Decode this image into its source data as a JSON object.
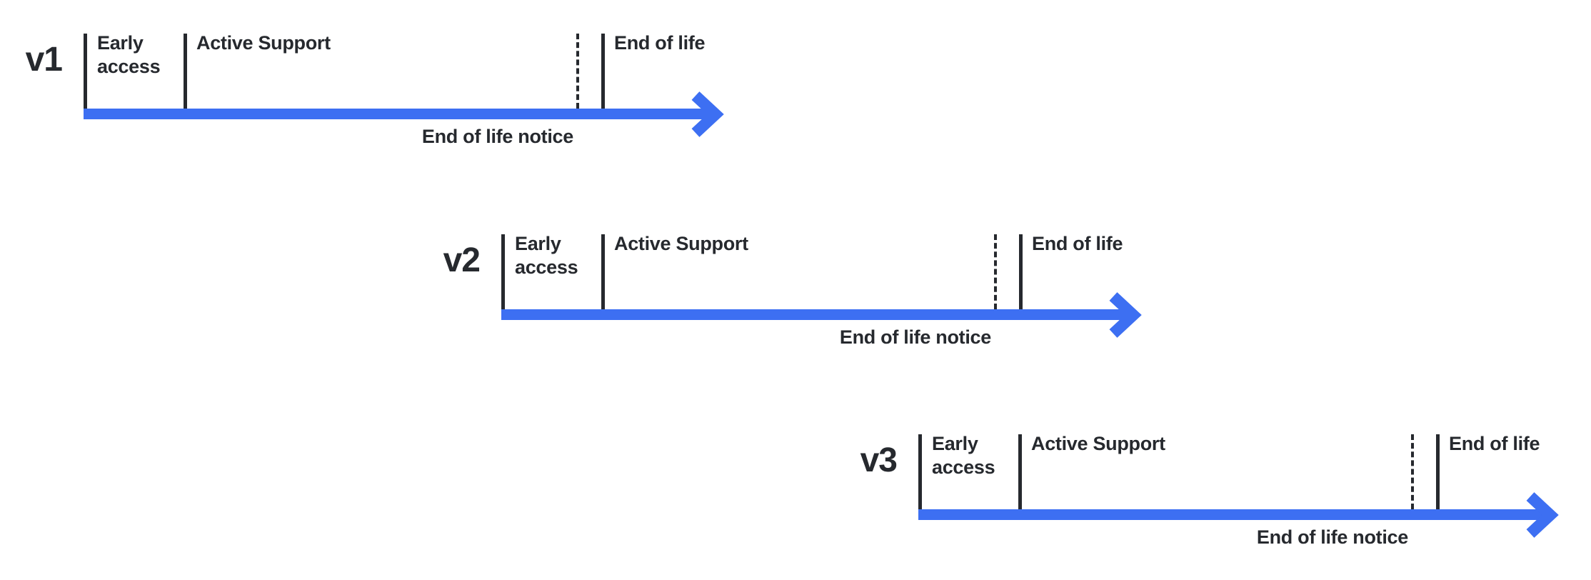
{
  "diagram": {
    "description": "Version release lifecycle timelines",
    "colors": {
      "arrow_blue": "#3d6ff2",
      "text_dark": "#26292e",
      "background": "#ffffff"
    },
    "rows": [
      {
        "version": "v1",
        "phases": {
          "early_access": "Early access",
          "active_support": "Active Support",
          "end_of_life": "End of life"
        },
        "notice": "End of life notice"
      },
      {
        "version": "v2",
        "phases": {
          "early_access": "Early access",
          "active_support": "Active Support",
          "end_of_life": "End of life"
        },
        "notice": "End of life notice"
      },
      {
        "version": "v3",
        "phases": {
          "early_access": "Early access",
          "active_support": "Active Support",
          "end_of_life": "End of life"
        },
        "notice": "End of life notice"
      }
    ]
  }
}
